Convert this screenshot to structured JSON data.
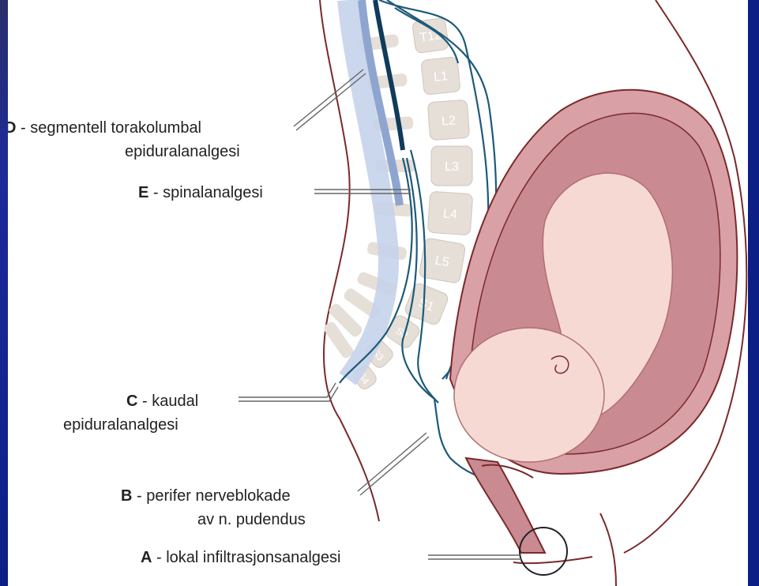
{
  "labels": {
    "D": {
      "letter": "D",
      "line1": " - segmentell torakolumbal",
      "line2": "epiduralanalgesi"
    },
    "E": {
      "letter": "E",
      "line1": " - spinalanalgesi"
    },
    "C": {
      "letter": "C",
      "line1": " - kaudal",
      "line2": "epiduralanalgesi"
    },
    "B": {
      "letter": "B",
      "line1": " - perifer nerveblokade",
      "line2": "av n. pudendus"
    },
    "A": {
      "letter": "A",
      "line1": " - lokal infiltrasjonsanalgesi"
    }
  },
  "vertebrae": [
    "T12",
    "L1",
    "L2",
    "L3",
    "L4",
    "L5",
    "S1",
    "S2",
    "S3",
    "S4"
  ],
  "colors": {
    "background": "#0b1f86",
    "bone": "#e5dfd8",
    "bone_label": "#ffffff",
    "nerve": "#1d5a7a",
    "spinal_cord": "#8ea6cf",
    "uterus": "#d9a0a6",
    "fetus": "#f7d9d4",
    "body_outline": "#7a2a2a"
  }
}
